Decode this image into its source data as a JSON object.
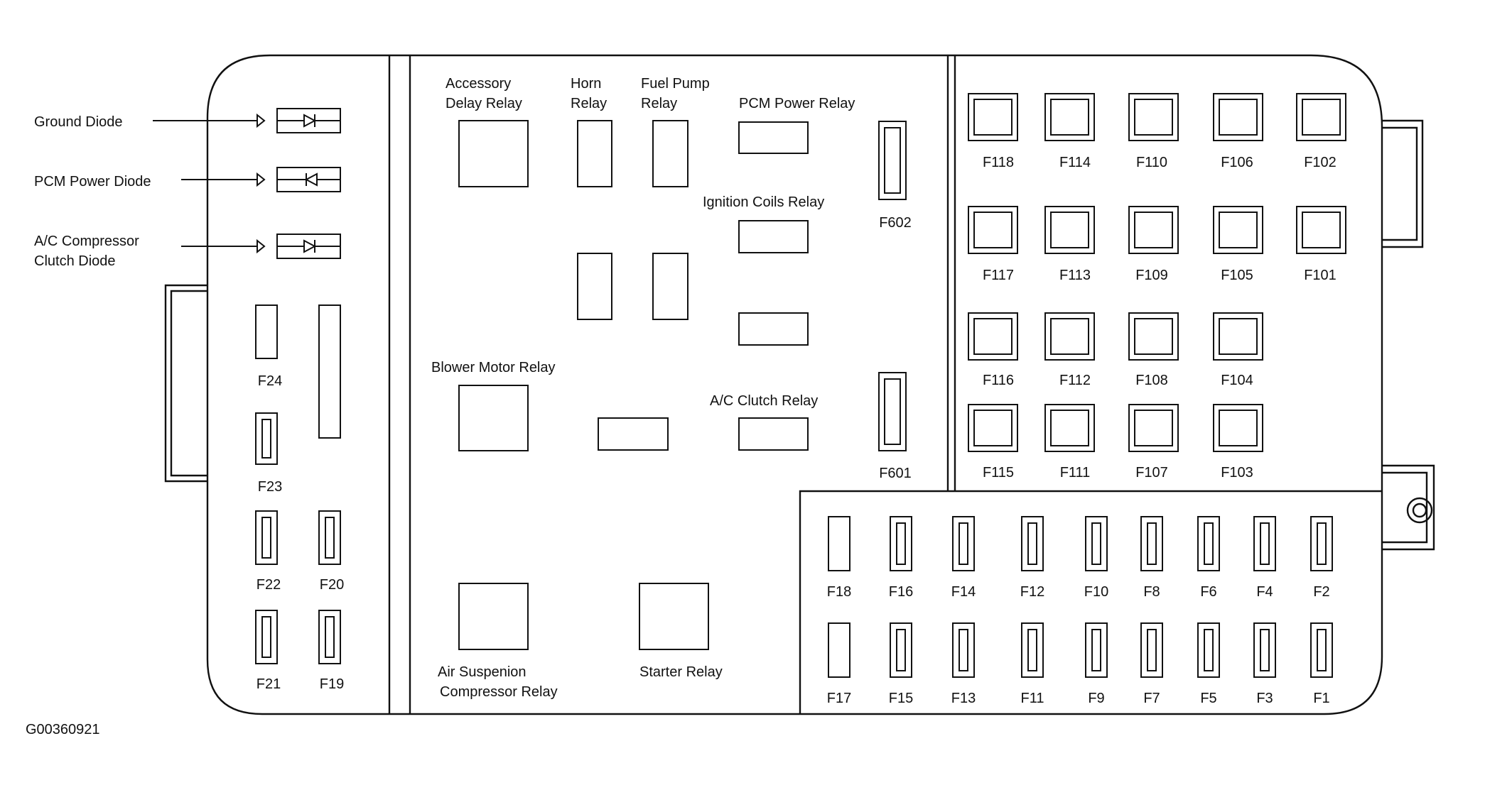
{
  "diagram_id": "G00360921",
  "diodes": [
    {
      "key": "ground",
      "label_lines": [
        "Ground Diode"
      ],
      "symbol": "diode-right-icon"
    },
    {
      "key": "pcm",
      "label_lines": [
        "PCM Power Diode"
      ],
      "symbol": "diode-left-icon"
    },
    {
      "key": "ac",
      "label_lines": [
        "A/C Compressor",
        "Clutch Diode"
      ],
      "symbol": "diode-right-icon"
    }
  ],
  "relays": [
    {
      "key": "accessory-delay",
      "label_lines": [
        "Accessory",
        "Delay Relay"
      ]
    },
    {
      "key": "horn",
      "label_lines": [
        "Horn",
        "Relay"
      ]
    },
    {
      "key": "fuel-pump",
      "label_lines": [
        "Fuel Pump",
        "Relay"
      ]
    },
    {
      "key": "pcm-power",
      "label_lines": [
        "PCM Power Relay"
      ]
    },
    {
      "key": "ignition-coils",
      "label_lines": [
        "Ignition Coils Relay"
      ]
    },
    {
      "key": "blower-motor",
      "label_lines": [
        "Blower Motor Relay"
      ]
    },
    {
      "key": "ac-clutch",
      "label_lines": [
        "A/C Clutch Relay"
      ]
    },
    {
      "key": "air-suspension-compressor",
      "label_lines": [
        "Air Suspenion",
        "Compressor Relay"
      ]
    },
    {
      "key": "starter",
      "label_lines": [
        "Starter Relay"
      ]
    }
  ],
  "unlabeled_relays": 4,
  "fuses": {
    "cartridge": [
      "F602",
      "F601"
    ],
    "jcase_grid": [
      [
        "F118",
        "F114",
        "F110",
        "F106",
        "F102"
      ],
      [
        "F117",
        "F113",
        "F109",
        "F105",
        "F101"
      ],
      [
        "F116",
        "F112",
        "F108",
        "F104"
      ],
      [
        "F115",
        "F111",
        "F107",
        "F103"
      ]
    ],
    "left_column": [
      "F24",
      "F23",
      "F22",
      "F20",
      "F21",
      "F19"
    ],
    "mini_top": [
      "F18",
      "F16",
      "F14",
      "F12",
      "F10",
      "F8",
      "F6",
      "F4",
      "F2"
    ],
    "mini_bottom": [
      "F17",
      "F15",
      "F13",
      "F11",
      "F9",
      "F7",
      "F5",
      "F3",
      "F1"
    ]
  }
}
